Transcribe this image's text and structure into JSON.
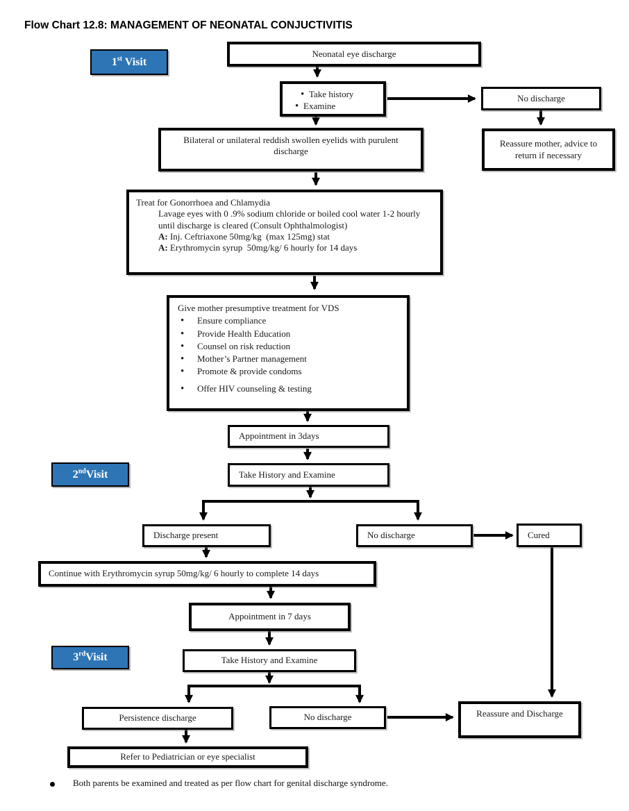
{
  "title": "Flow Chart 12.8: MANAGEMENT OF NEONATAL CONJUCTIVITIS",
  "colors": {
    "badge_blue": "#2E75B6",
    "line_black": "#000000"
  },
  "badges": {
    "visit1": {
      "num": "1",
      "ord": "st",
      "rest": " Visit"
    },
    "visit2": {
      "num": "2",
      "ord": "nd",
      "rest": "Visit"
    },
    "visit3": {
      "num": "3",
      "ord": "rd",
      "rest": "Visit"
    }
  },
  "nodes": {
    "neonatal": "Neonatal eye discharge",
    "history1": {
      "bullets": [
        "Take history",
        "Examine"
      ]
    },
    "no_discharge1": "No discharge",
    "reassure_mother": "Reassure mother, advice to return if necessary",
    "bilateral": "Bilateral or unilateral reddish swollen eyelids with purulent discharge",
    "treat": {
      "line1": "Treat for Gonorrhoea and Chlamydia",
      "line2": "Lavage eyes with 0 .9% sodium chloride or boiled cool water 1-2 hourly until discharge is cleared (Consult Ophthalmologist)",
      "line3_label": "A:",
      "line3": " Inj. Ceftriaxone 50mg/kg  (max 125mg) stat",
      "line4_label": "A:",
      "line4": " Erythromycin syrup  50mg/kg/ 6 hourly for 14 days"
    },
    "vds": {
      "heading": "Give mother presumptive treatment for VDS",
      "bullets": [
        "Ensure compliance",
        "Provide Health Education",
        "Counsel on risk reduction",
        "Mother’s Partner management",
        "Promote & provide condoms",
        "Offer HIV counseling & testing"
      ]
    },
    "appt3": "Appointment in 3days",
    "take2": "Take History and Examine",
    "discharge_present": "Discharge present",
    "no_discharge2": "No discharge",
    "cured": "Cured",
    "continue_tx": "Continue with Erythromycin syrup 50mg/kg/ 6 hourly to complete 14 days",
    "appt7": "Appointment in 7 days",
    "take3": "Take History and Examine",
    "persistence": "Persistence discharge",
    "no_discharge3": "No discharge",
    "reassure_discharge": "Reassure and Discharge",
    "refer": "Refer to Pediatrician or eye specialist"
  },
  "footnote": "Both parents be examined and treated as per flow chart for genital discharge syndrome."
}
